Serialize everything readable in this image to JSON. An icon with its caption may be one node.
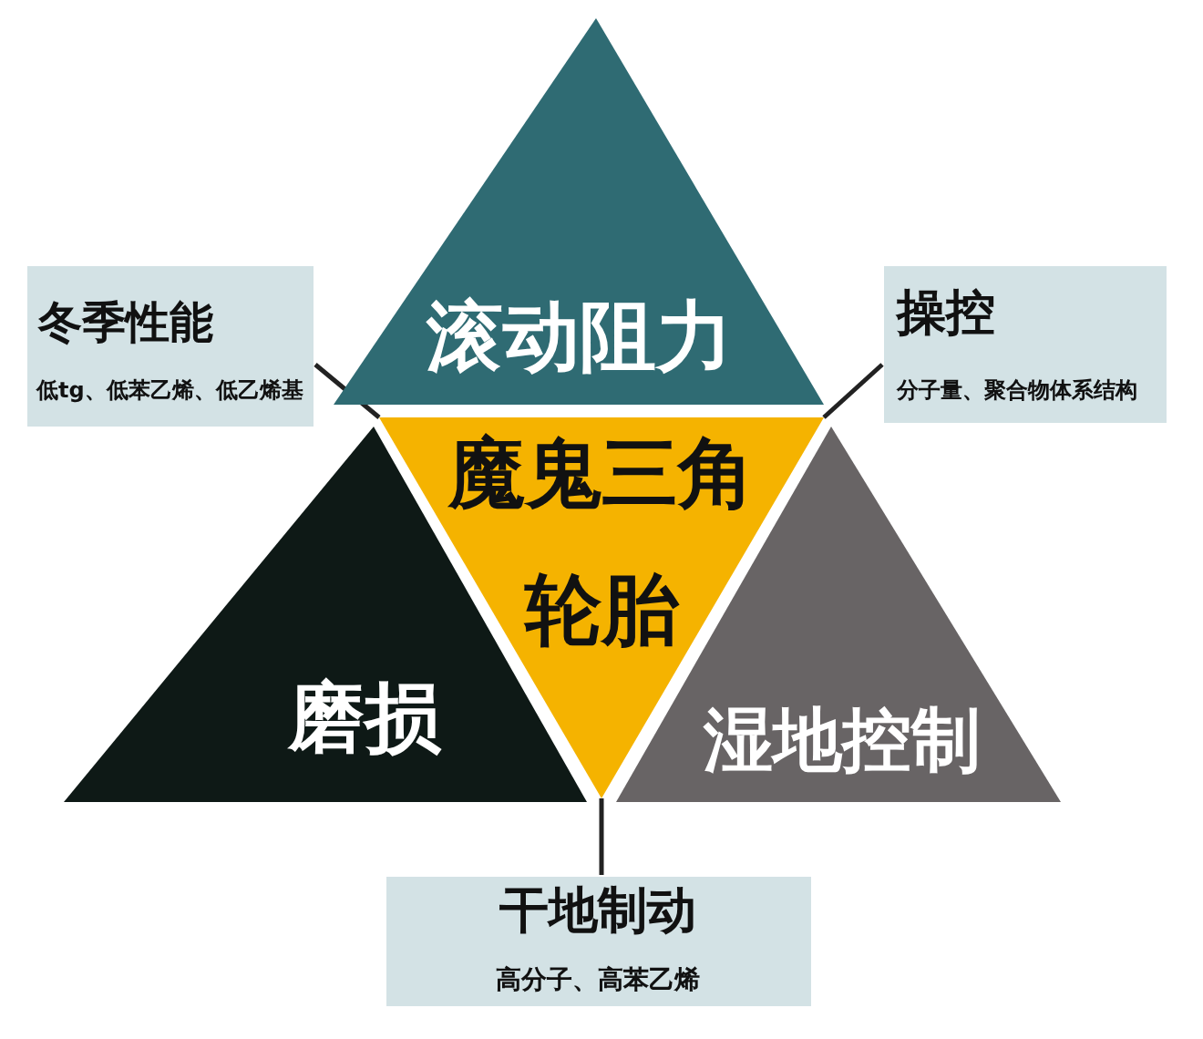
{
  "diagram": {
    "nodes": [
      {
        "text": [
          "滚动阻力"
        ]
      },
      {
        "text": [
          "冬季性能",
          "低tg、低苯乙烯、低乙烯基"
        ]
      },
      {
        "text": [
          "操控",
          "分子量、聚合物体系结构"
        ]
      },
      {
        "text": [
          "魔鬼三角",
          "轮胎"
        ]
      },
      {
        "text": [
          "磨损"
        ]
      },
      {
        "text": [
          "湿地控制"
        ]
      },
      {
        "text": [
          "干地制动",
          "高分子、高苯乙烯"
        ]
      }
    ],
    "edges": [
      {
        "from": 1,
        "to": 3,
        "arrow": "none"
      },
      {
        "from": 2,
        "to": 3,
        "arrow": "none"
      },
      {
        "from": 6,
        "to": 3,
        "arrow": "none"
      }
    ]
  }
}
